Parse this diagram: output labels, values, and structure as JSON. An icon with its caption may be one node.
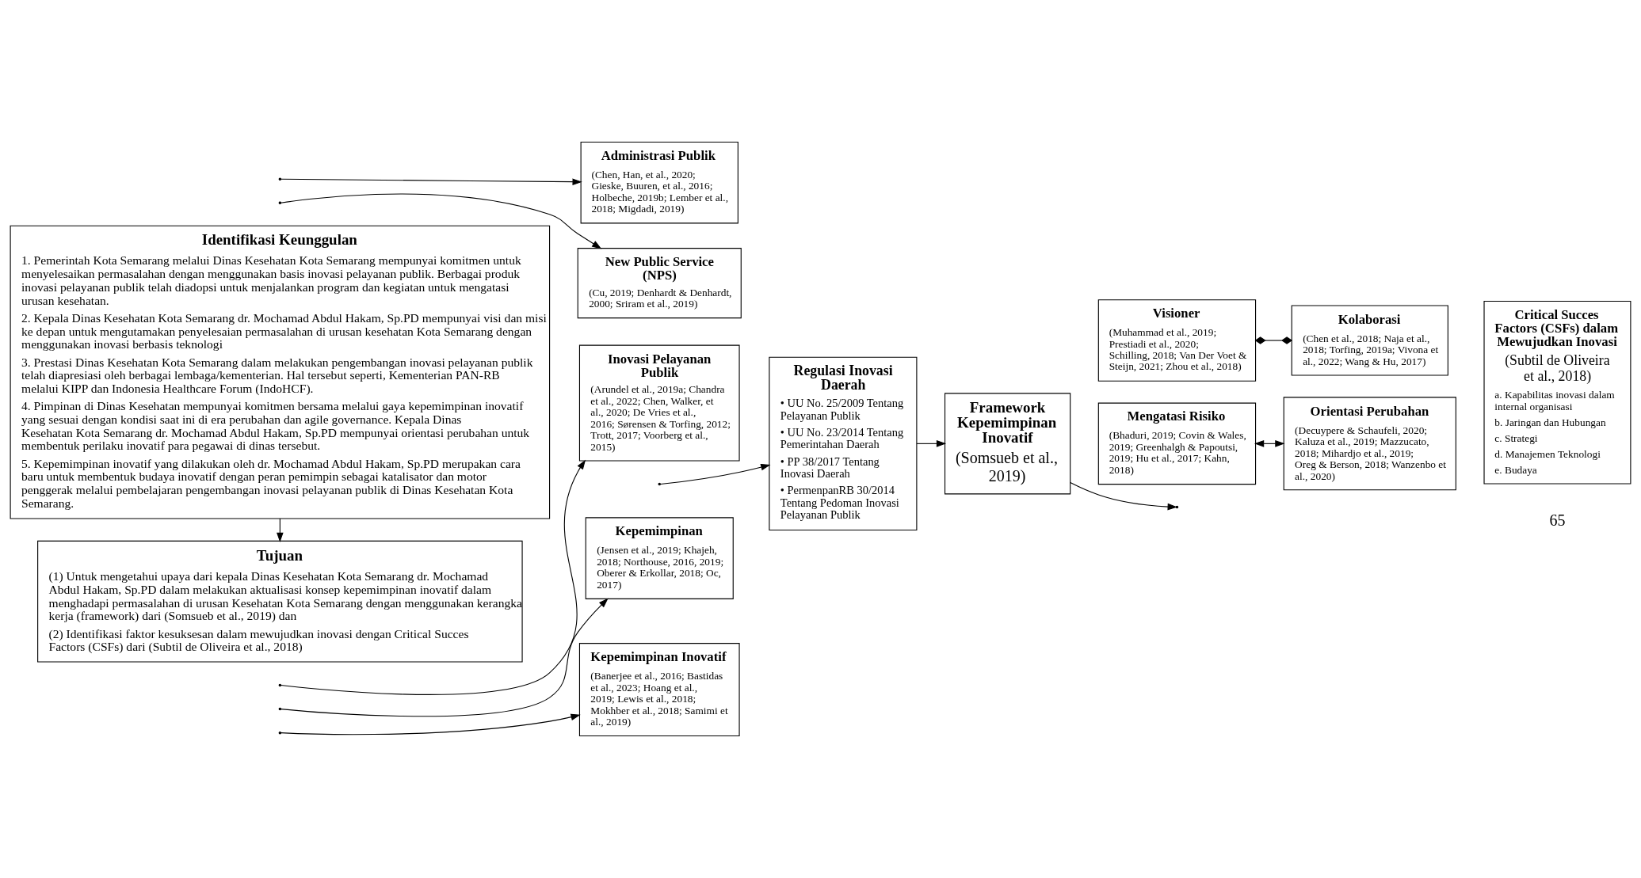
{
  "diagram": {
    "nodes": [
      {
        "text": [
          "Identifikasi Keunggulan",
          "1. Pemerintah Kota Semarang melalui Dinas Kesehatan Kota Semarang mempunyai komitmen untuk menyelesaikan permasalahan dengan menggunakan basis inovasi pelayanan publik. Berbagai produk inovasi pelayanan publik telah diadopsi untuk menjalankan program dan kegiatan untuk mengatasi urusan kesehatan.",
          "2. Kepala Dinas Kesehatan Kota Semarang dr. Mochamad Abdul Hakam, Sp.PD mempunyai visi dan misi ke depan untuk mengutamakan penyelesaian permasalahan di urusan kesehatan Kota Semarang dengan menggunakan inovasi berbasis teknologi",
          "3. Prestasi Dinas Kesehatan Kota Semarang dalam melakukan pengembangan inovasi pelayanan publik telah diapresiasi oleh berbagai lembaga/kementerian. Hal tersebut seperti, Kementerian PAN-RB melalui KIPP dan Indonesia Healthcare Forum (IndoHCF).",
          "4. Pimpinan di Dinas Kesehatan mempunyai komitmen bersama melalui gaya kepemimpinan inovatif yang sesuai dengan kondisi saat ini di era perubahan dan agile governance. Kepala Dinas Kesehatan Kota Semarang dr. Mochamad Abdul Hakam, Sp.PD mempunyai orientasi perubahan untuk membentuk perilaku inovatif para pegawai di dinas tersebut.",
          "5. Kepemimpinan inovatif yang dilakukan oleh dr. Mochamad Abdul Hakam, Sp.PD merupakan cara baru untuk membentuk budaya inovatif dengan peran pemimpin sebagai katalisator dan motor penggerak melalui pembelajaran pengembangan inovasi pelayanan publik di Dinas Kesehatan Kota Semarang."
        ]
      },
      {
        "text": [
          "Tujuan",
          "(1) Untuk mengetahui upaya dari kepala Dinas Kesehatan Kota Semarang dr. Mochamad Abdul Hakam, Sp.PD dalam melakukan aktualisasi konsep kepemimpinan inovatif dalam menghadapi permasalahan di urusan Kesehatan Kota Semarang dengan menggunakan kerangka kerja (framework) dari (Somsueb et al., 2019) dan",
          "(2) Identifikasi faktor kesuksesan dalam mewujudkan inovasi dengan Critical Succes Factors (CSFs) dari (Subtil de Oliveira et al., 2018)"
        ]
      },
      {
        "text": [
          "Administrasi Publik",
          "(Chen, Han, et al., 2020; Gieske, Buuren, et al., 2016; Holbeche, 2019b; Lember et al., 2018; Migdadi, 2019)"
        ]
      },
      {
        "text": [
          "New Public Service (NPS)",
          "(Cu, 2019; Denhardt & Denhardt, 2000; Sriram et al., 2019)"
        ]
      },
      {
        "text": [
          "Inovasi Pelayanan Publik",
          "(Arundel et al., 2019a; Chandra et al., 2022; Chen, Walker, et al., 2020; De Vries et al., 2016; Sørensen & Torfing, 2012; Trott, 2017; Voorberg et al., 2015)"
        ]
      },
      {
        "text": [
          "Kepemimpinan",
          "(Jensen et al., 2019; Khajeh, 2018; Northouse, 2016, 2019; Oberer & Erkollar, 2018; Oc, 2017)"
        ]
      },
      {
        "text": [
          "Kepemimpinan Inovatif",
          "(Banerjee et al., 2016; Bastidas et al., 2023; Hoang et al., 2019; Lewis et al., 2018; Mokhber et al., 2018; Samimi et al., 2019)"
        ]
      },
      {
        "text": [
          "Regulasi Inovasi Daerah",
          "• UU No. 25/2009 Tentang Pelayanan Publik",
          "• UU No. 23/2014 Tentang Pemerintahan Daerah",
          "• PP 38/2017 Tentang Inovasi Daerah",
          "• PermenpanRB 30/2014 Tentang Pedoman Inovasi Pelayanan Publik"
        ]
      },
      {
        "text": [
          "Framework Kepemimpinan Inovatif",
          "(Somsueb et al., 2019)"
        ]
      },
      {
        "text": [
          "Visioner",
          "(Muhammad et al., 2019; Prestiadi et al., 2020; Schilling, 2018; Van Der Voet & Steijn, 2021; Zhou et al., 2018)"
        ]
      },
      {
        "text": [
          "Kolaborasi",
          "(Chen et al., 2018; Naja et al., 2018; Torfing, 2019a; Vivona et al., 2022; Wang & Hu, 2017)"
        ]
      },
      {
        "text": [
          "Mengatasi Risiko",
          "(Bhaduri, 2019; Covin & Wales, 2019; Greenhalgh & Papoutsi, 2019; Hu et al., 2017; Kahn, 2018)"
        ]
      },
      {
        "text": [
          "Orientasi Perubahan",
          "(Decuypere & Schaufeli, 2020; Kaluza et al., 2019; Mazzucato, 2018; Mihardjo et al., 2019; Oreg & Berson, 2018; Wanzenbo et al., 2020)"
        ]
      },
      {
        "text": [
          "Critical Succes Factors (CSFs) dalam Mewujudkan Inovasi",
          "(Subtil de Oliveira et al., 2018)",
          "a. Kapabilitas inovasi dalam internal organisasi",
          "b. Jaringan dan Hubungan",
          "c. Strategi",
          "d. Manajemen Teknologi",
          "e. Budaya"
        ]
      }
    ],
    "edges": [
      {
        "from": 0,
        "to": 1,
        "arrow": "to"
      },
      {
        "from": null,
        "to": 2,
        "arrow": "to"
      },
      {
        "from": null,
        "to": 3,
        "arrow": "to"
      },
      {
        "from": null,
        "to": 4,
        "arrow": "to"
      },
      {
        "from": null,
        "to": 5,
        "arrow": "to"
      },
      {
        "from": null,
        "to": 6,
        "arrow": "to"
      },
      {
        "from": null,
        "to": 7,
        "arrow": "to"
      },
      {
        "from": 7,
        "to": 8,
        "arrow": "to"
      },
      {
        "from": 8,
        "to": null,
        "arrow": "to"
      },
      {
        "from": 9,
        "to": 10,
        "arrow": "other"
      },
      {
        "from": 11,
        "to": 12,
        "arrow": "both"
      }
    ],
    "labels": [
      "65"
    ]
  }
}
